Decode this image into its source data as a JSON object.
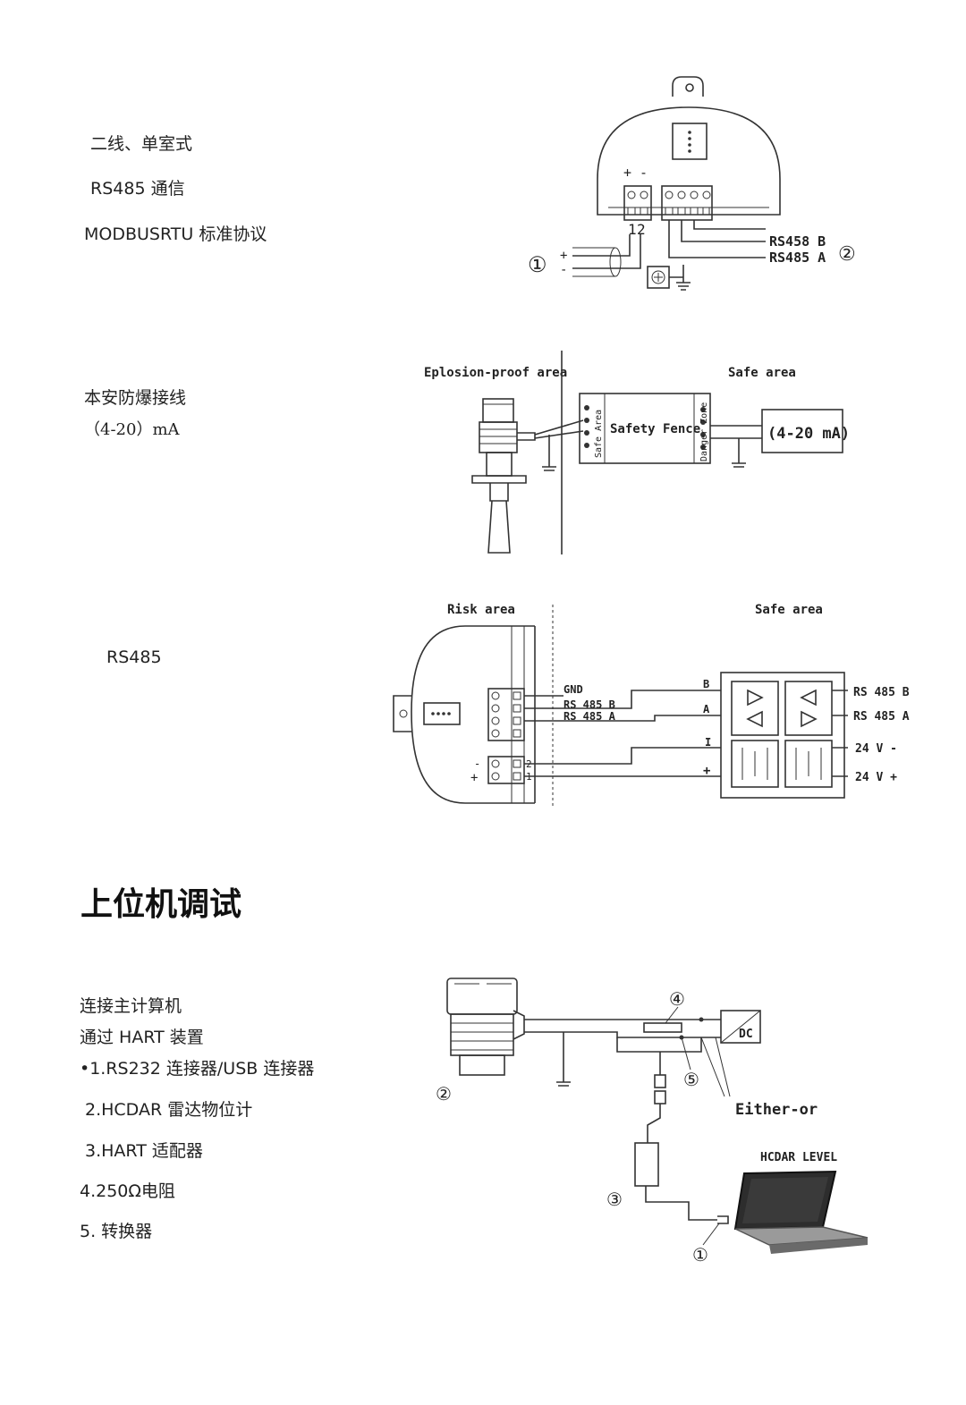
{
  "section1": {
    "lines": [
      "二线、单室式",
      "RS485 通信",
      "MODBUSRTU 标准协议"
    ],
    "diagram": {
      "plus_minus": "+ -",
      "terminal_1": "1",
      "terminal_2": "2",
      "circle_1": "①",
      "circle_2": "②",
      "plus": "+",
      "minus": "-",
      "rs_b": "RS458  B",
      "rs_a": "RS485  A"
    }
  },
  "section2": {
    "lines": [
      "本安防爆接线",
      "（4-20）mA"
    ],
    "diagram": {
      "explosion_area": "Eplosion-proof area",
      "safe_area": "Safe area",
      "fence": "Safety Fence",
      "safe_area_side": "Safe Area",
      "danger_zone": "Danger Zone",
      "output": "(4-20 mA)"
    }
  },
  "section3": {
    "lines": [
      "RS485"
    ],
    "diagram": {
      "risk_area": "Risk area",
      "safe_area": "Safe area",
      "gnd": "GND",
      "rs485b": "RS 485 B",
      "rs485a": "RS 485 A",
      "b": "B",
      "a": "A",
      "i": "I",
      "plus": "+",
      "minus": "-",
      "t2": "2",
      "t1": "1",
      "out_b": "RS 485 B",
      "out_a": "RS 485 A",
      "v_minus": "24 V -",
      "v_plus": "24 V +"
    }
  },
  "heading": "上位机调试",
  "section4": {
    "lines": [
      "连接主计算机",
      "通过 HART 装置",
      "•1.RS232 连接器/USB 连接器",
      "2.HCDAR 雷达物位计",
      "3.HART 适配器",
      "4.250Ω电阻",
      "5. 转换器"
    ],
    "diagram": {
      "c1": "①",
      "c2": "②",
      "c3": "③",
      "c4": "④",
      "c5": "⑤",
      "dc": "DC",
      "either_or": "Either-or",
      "hcdar_level": "HCDAR LEVEL"
    }
  }
}
